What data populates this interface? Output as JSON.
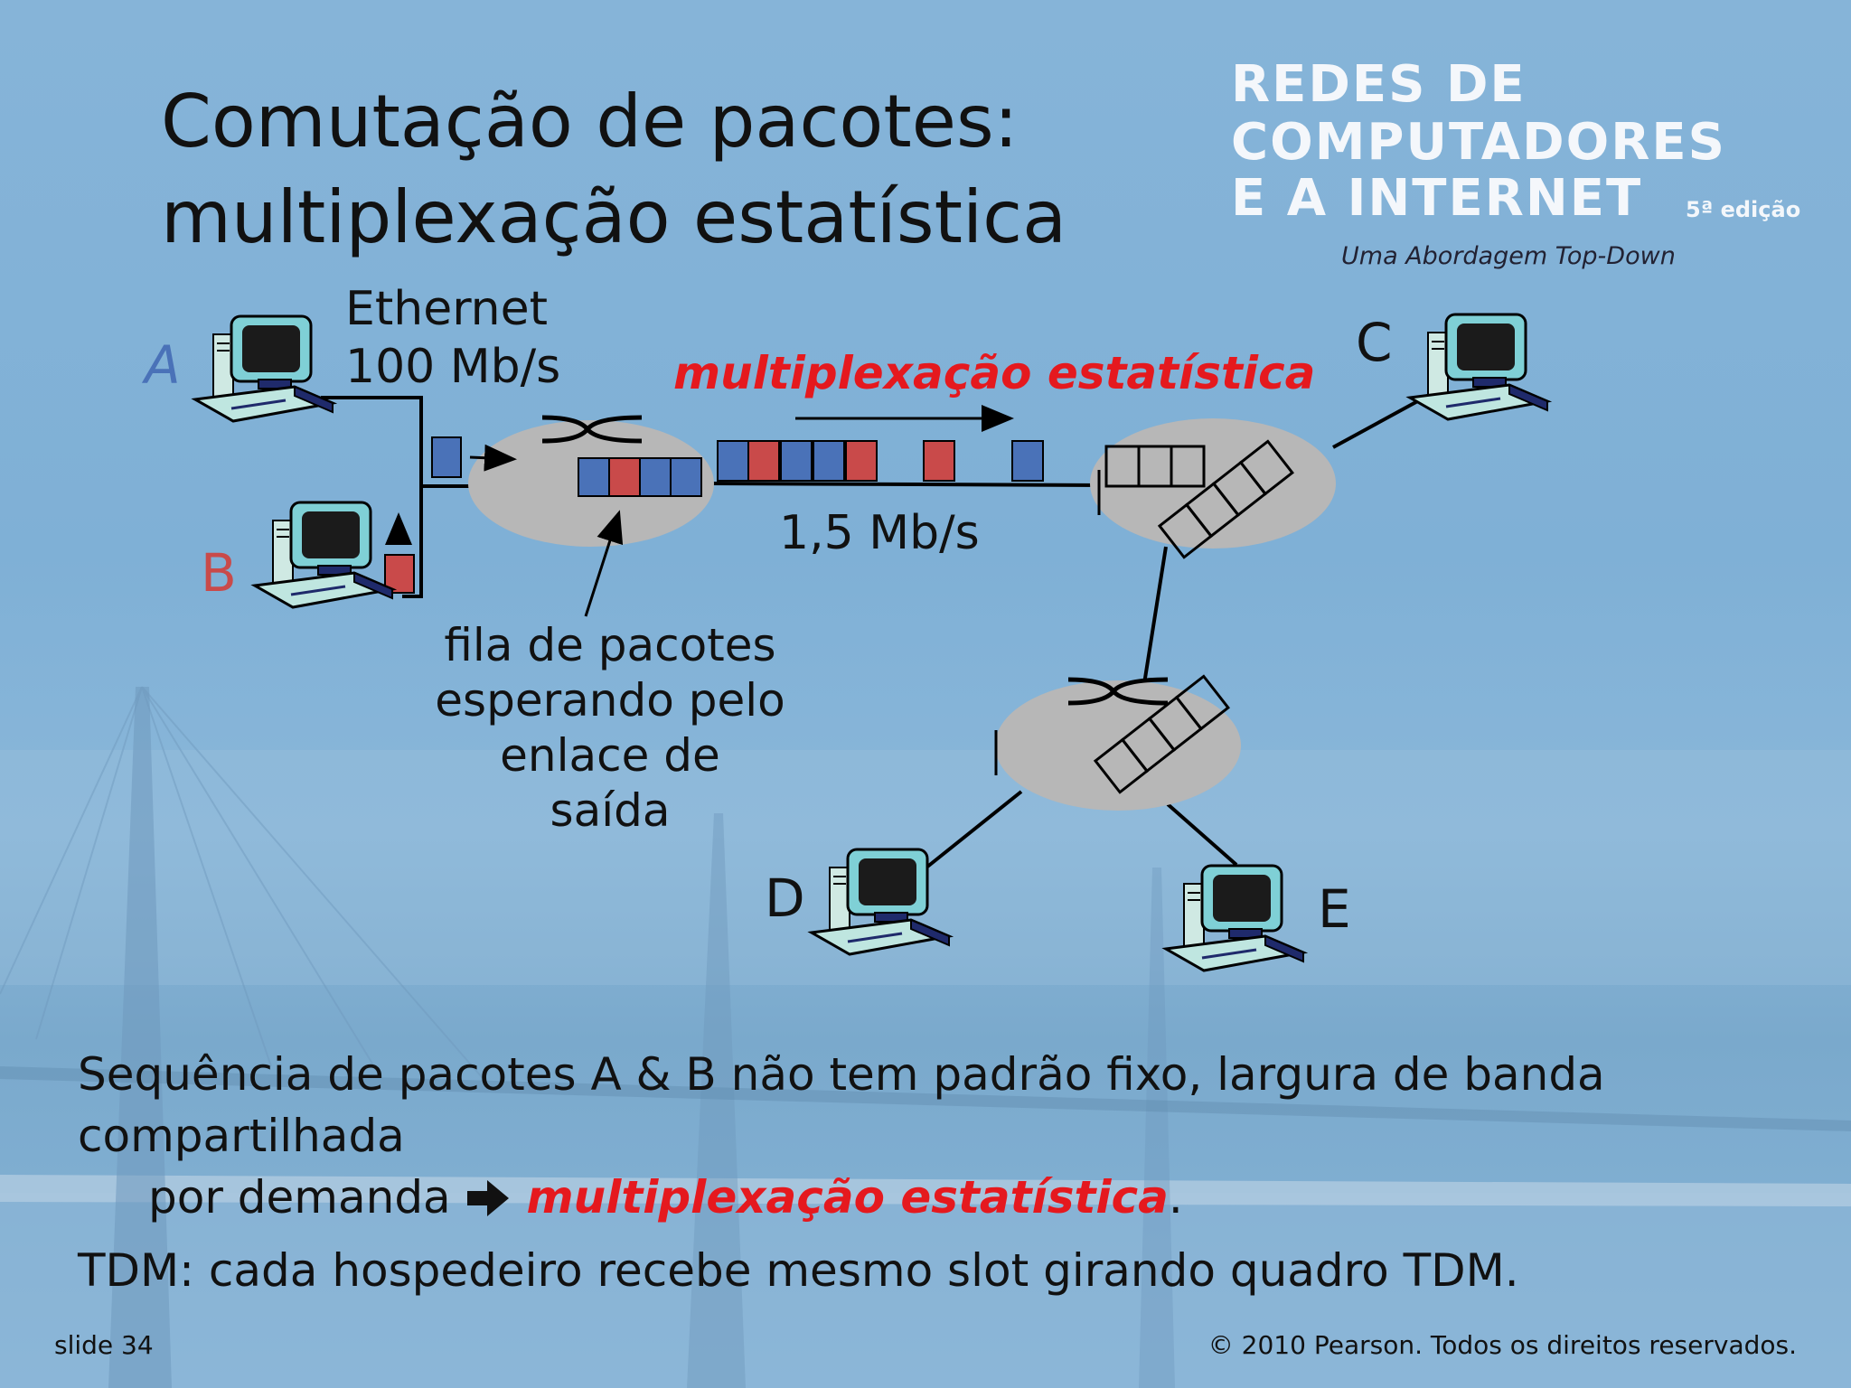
{
  "title": {
    "line1": "Comutação de pacotes:",
    "line2": "multiplexação estatística"
  },
  "logo": {
    "line1": "REDES DE",
    "line2": "COMPUTADORES",
    "line3": "E A INTERNET",
    "edition": "5ª edição",
    "subtitle": "Uma Abordagem Top-Down"
  },
  "diagram": {
    "host_a": "A",
    "host_b": "B",
    "host_c": "C",
    "host_d": "D",
    "host_e": "E",
    "ethernet_label": "Ethernet",
    "ethernet_rate": "100 Mb/s",
    "mux_label": "multiplexação estatística",
    "link_rate": "1,5 Mb/s",
    "queue_note": {
      "l1": "fila de pacotes",
      "l2": "esperando pelo",
      "l3": "enlace de saída"
    },
    "colors": {
      "host_a": "#4a72b8",
      "host_b": "#c94a4a",
      "mux": "#e5191e",
      "router": "#b7b7b7"
    }
  },
  "bullets": {
    "b1_text": "Sequência de pacotes A & B não tem padrão fixo, largura de banda compartilhada",
    "b1_cont": "por demanda",
    "b1_emph": "multiplexação estatística",
    "b1_end": ".",
    "b2_text": "TDM: cada hospedeiro recebe mesmo slot girando quadro TDM."
  },
  "footer": {
    "slide": "slide 34",
    "copyright": "© 2010 Pearson. Todos os direitos reservados."
  }
}
